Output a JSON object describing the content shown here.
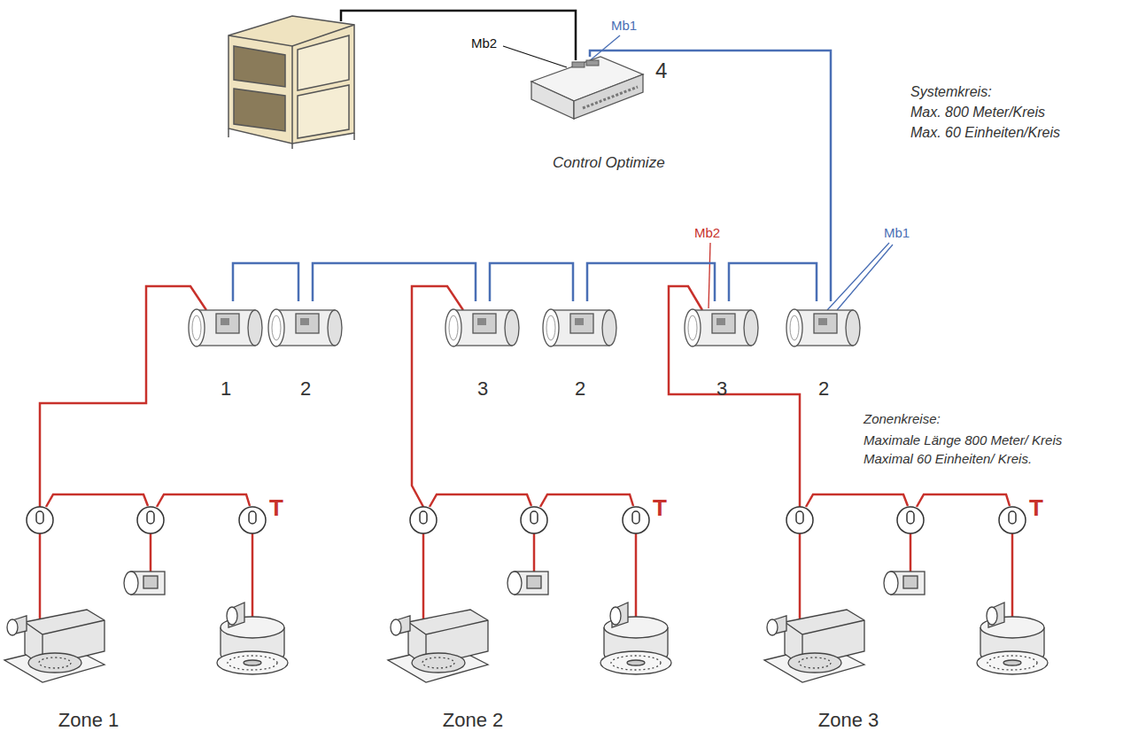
{
  "diagram": {
    "nodes": [
      {
        "text": [
          "4",
          "Control Optimize"
        ]
      },
      {
        "text": [
          "1"
        ]
      },
      {
        "text": [
          "2"
        ]
      },
      {
        "text": [
          "3"
        ]
      },
      {
        "text": [
          "2"
        ]
      },
      {
        "text": [
          "3"
        ]
      },
      {
        "text": [
          "2"
        ]
      }
    ],
    "edges": [
      {
        "from": 0,
        "to": 6,
        "arrow": "none"
      },
      {
        "from": 6,
        "to": 5,
        "arrow": "none"
      },
      {
        "from": 5,
        "to": 4,
        "arrow": "none"
      },
      {
        "from": 4,
        "to": 3,
        "arrow": "none"
      },
      {
        "from": 3,
        "to": 2,
        "arrow": "none"
      },
      {
        "from": 2,
        "to": 1,
        "arrow": "none"
      }
    ],
    "labels": [
      "Mb2",
      "Mb1",
      "Systemkreis:",
      "Max. 800 Meter/Kreis",
      "Max. 60 Einheiten/Kreis",
      "Mb2",
      "Mb1",
      "Zonenkreise:",
      "Maximale Länge 800 Meter/ Kreis Maximal 60 Einheiten/ Kreis.",
      "T",
      "T",
      "T",
      "Zone 1",
      "Zone 2",
      "Zone 3"
    ]
  }
}
